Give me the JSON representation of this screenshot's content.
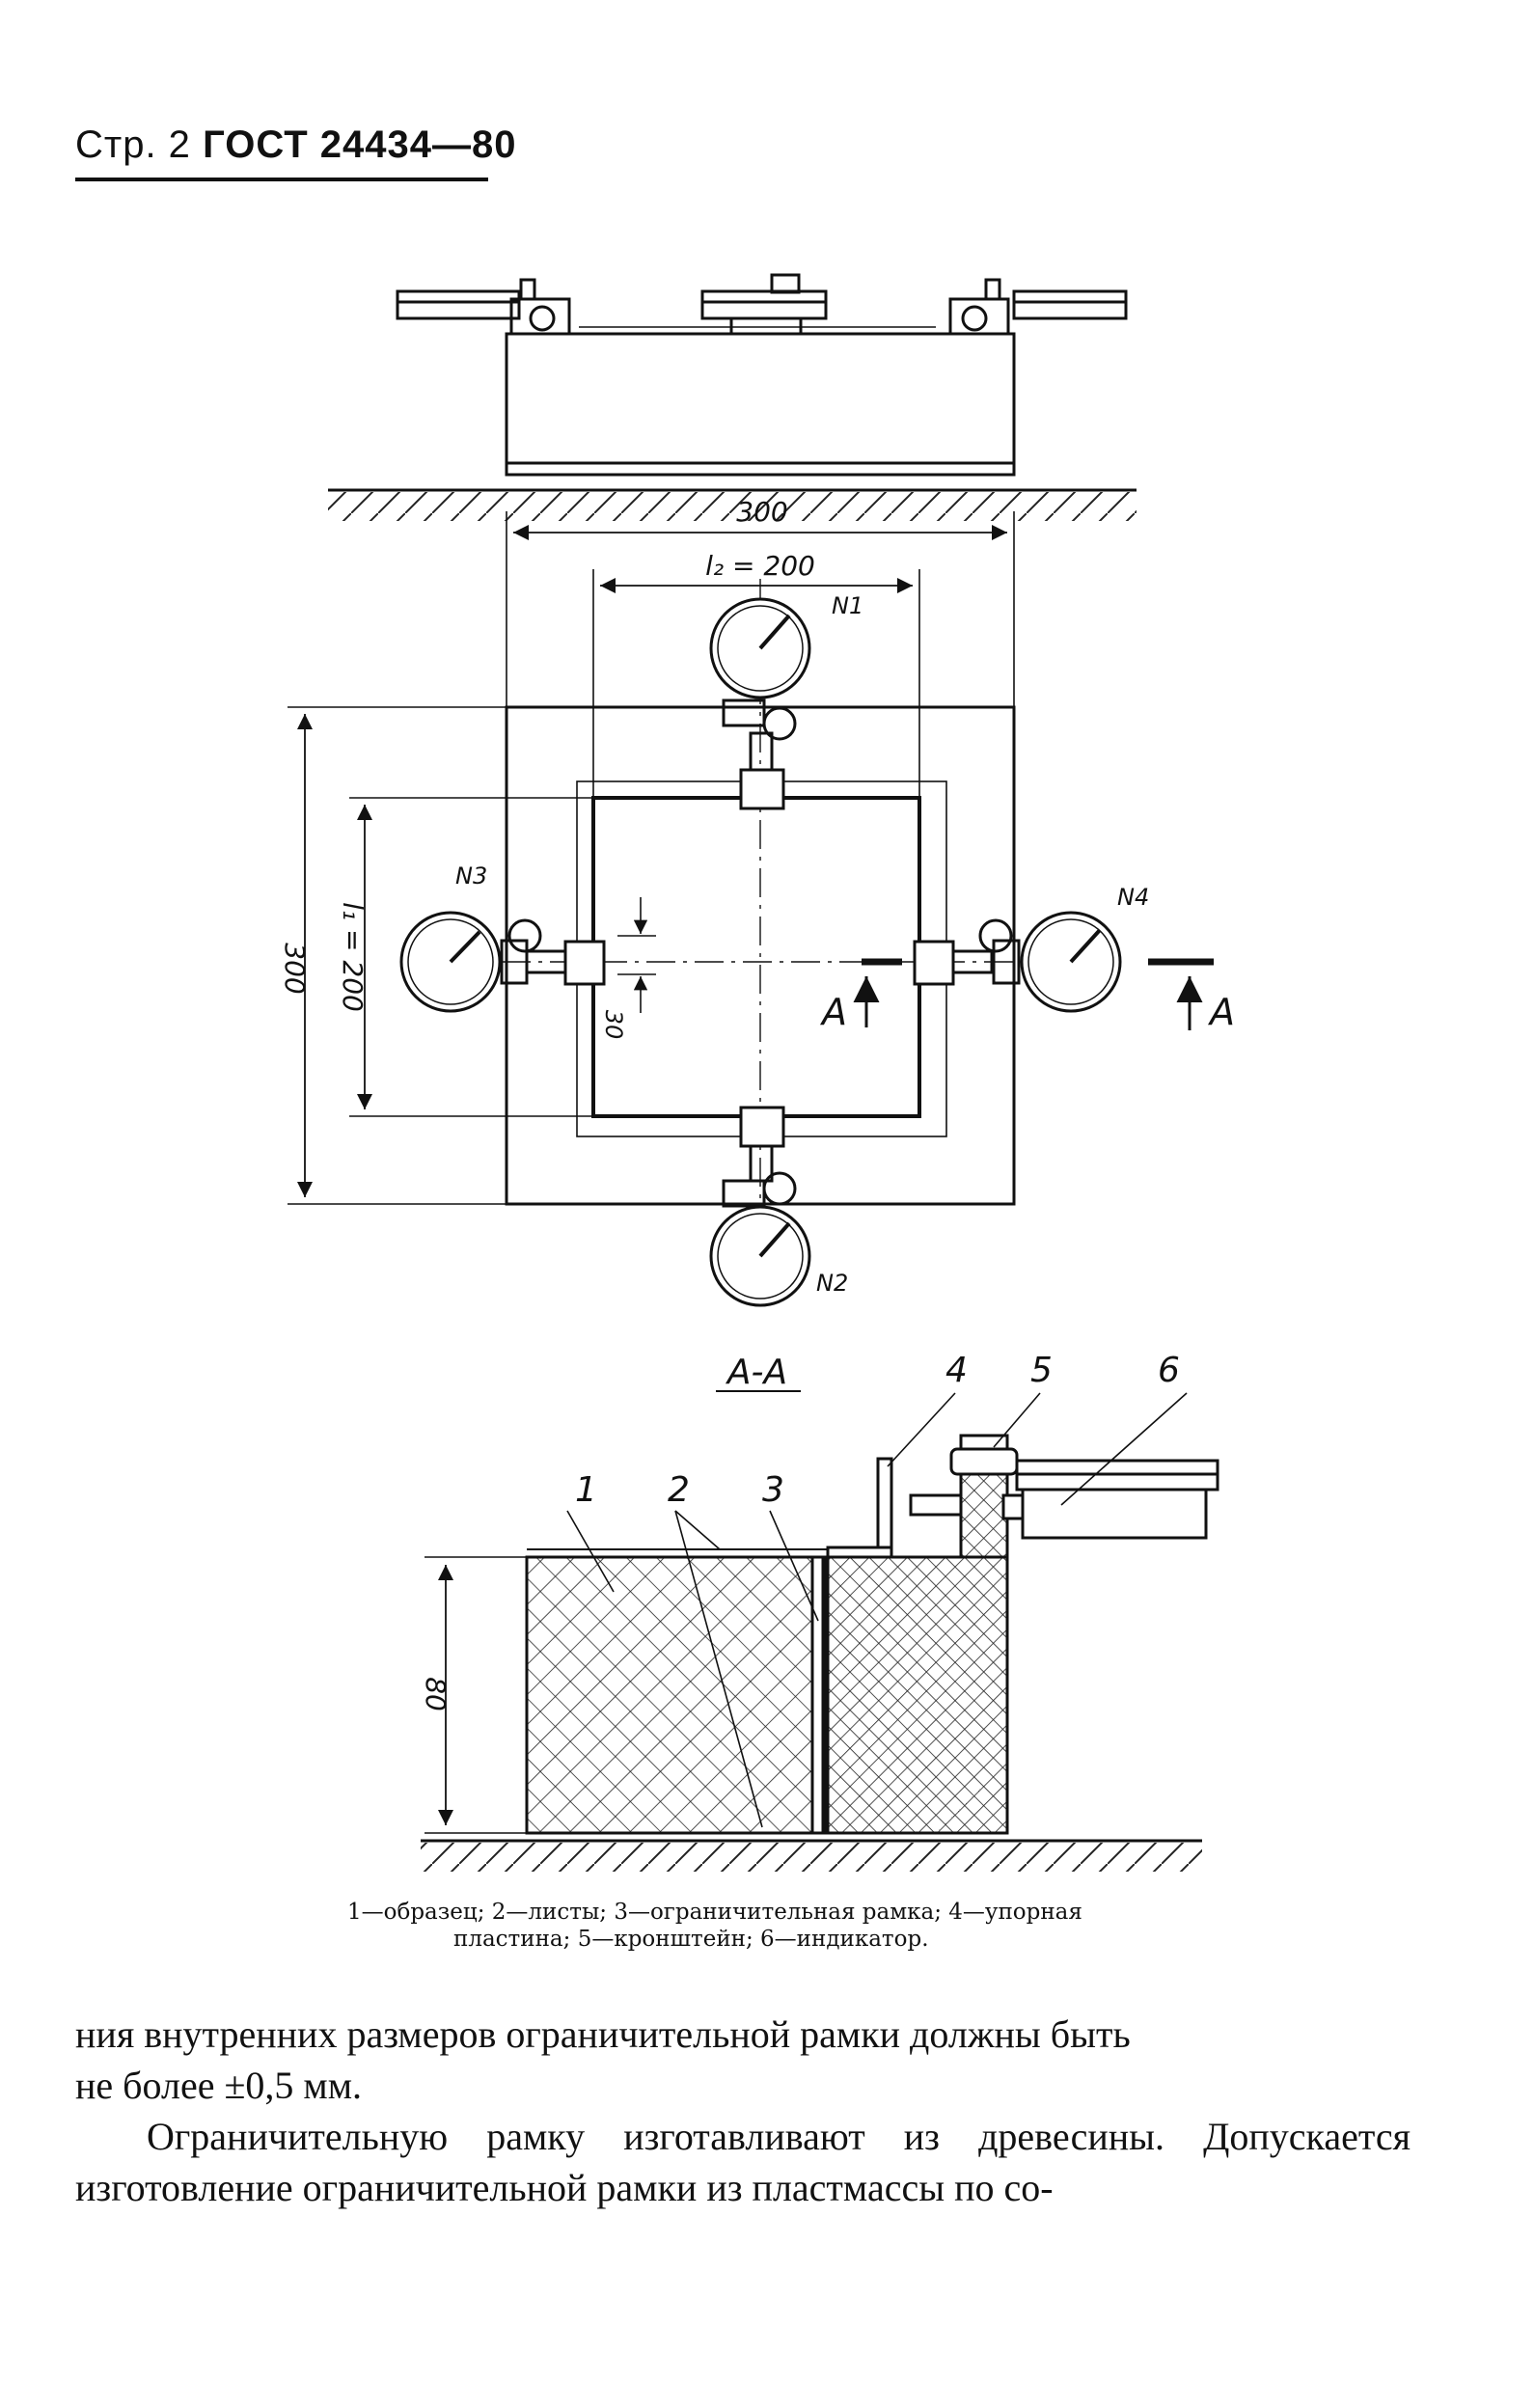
{
  "header": {
    "page_label": "Стр. 2",
    "standard": "ГОСТ 24434—80"
  },
  "figure": {
    "dim_300_top": "300",
    "dim_l2": "l₂ = 200",
    "dim_300_left": "300",
    "dim_l1": "l₁ = 200",
    "dim_30": "30",
    "dim_80": "80",
    "indicator_n1": "N1",
    "indicator_n2": "N2",
    "indicator_n3": "N3",
    "indicator_n4": "N4",
    "section_marker": "A",
    "section_title": "A-A",
    "callouts": [
      "1",
      "2",
      "3",
      "4",
      "5",
      "6"
    ]
  },
  "caption": {
    "lines": [
      "1—образец;  2—листы;  3—ограничительная рамка;  4—упорная",
      "пластина; 5—кронштейн; 6—индикатор."
    ]
  },
  "body": {
    "line1": "ния внутренних размеров ограничительной рамки должны быть",
    "line2": "не более ±0,5 мм.",
    "para2": "Ограничительную рамку изготавливают из древесины. Допускается изготовление ограничительной рамки из пластмассы по со-"
  }
}
